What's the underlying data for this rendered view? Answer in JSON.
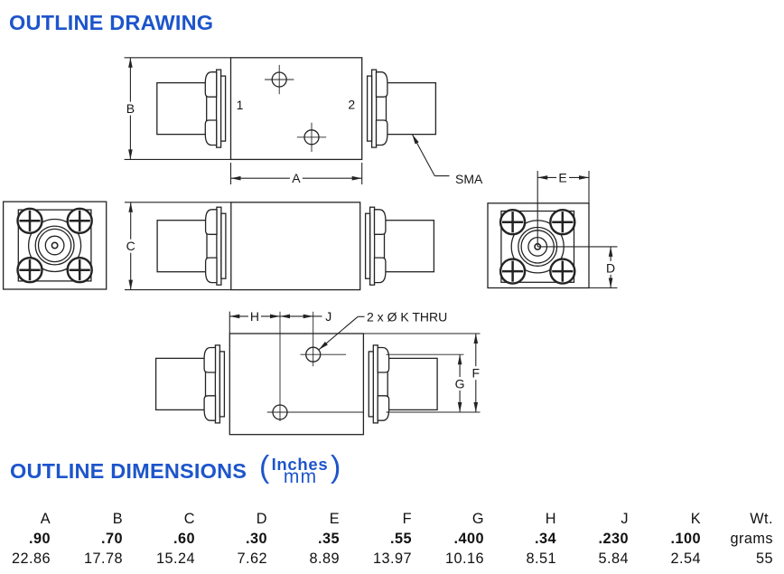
{
  "titles": {
    "drawing": "OUTLINE DRAWING",
    "dimensions": "OUTLINE DIMENSIONS",
    "paren_open": "(",
    "paren_close": ")",
    "units_top": "Inches",
    "units_bottom": "mm"
  },
  "figure": {
    "labels": {
      "A": "A",
      "B": "B",
      "C": "C",
      "D": "D",
      "E": "E",
      "F": "F",
      "G": "G",
      "H": "H",
      "J": "J",
      "port1": "1",
      "port2": "2",
      "sma": "SMA",
      "hole_note": "2 x Ø K THRU"
    }
  },
  "table": {
    "columns": [
      {
        "label": "A",
        "inches": ".90",
        "mm": "22.86"
      },
      {
        "label": "B",
        "inches": ".70",
        "mm": "17.78"
      },
      {
        "label": "C",
        "inches": ".60",
        "mm": "15.24"
      },
      {
        "label": "D",
        "inches": ".30",
        "mm": "7.62"
      },
      {
        "label": "E",
        "inches": ".35",
        "mm": "8.89"
      },
      {
        "label": "F",
        "inches": ".55",
        "mm": "13.97"
      },
      {
        "label": "G",
        "inches": ".400",
        "mm": "10.16"
      },
      {
        "label": "H",
        "inches": ".34",
        "mm": "8.51"
      },
      {
        "label": "J",
        "inches": ".230",
        "mm": "5.84"
      },
      {
        "label": "K",
        "inches": ".100",
        "mm": "2.54"
      },
      {
        "label": "Wt.",
        "inches": "grams",
        "mm": "55"
      }
    ]
  },
  "colors": {
    "accent_blue": "#1d55cb",
    "line": "#232323"
  }
}
